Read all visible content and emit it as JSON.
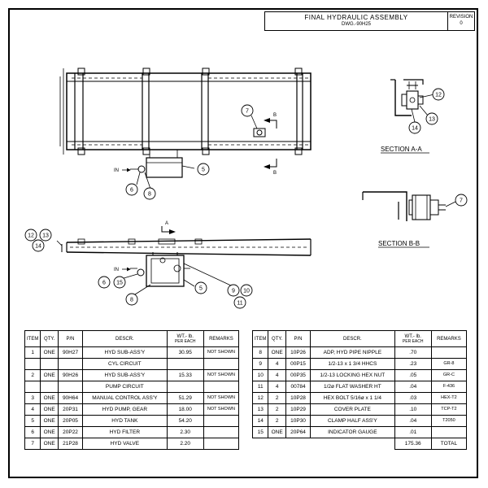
{
  "title_block": {
    "title": "FINAL HYDRAULIC ASSEMBLY",
    "drawing_no": "DWG.-90H25",
    "revision_label": "REVISION",
    "revision_value": "0"
  },
  "section_labels": {
    "a": "SECTION A-A",
    "b": "SECTION B-B"
  },
  "view_markers": {
    "in_top": "IN",
    "in_bottom": "IN",
    "arrow_a": "A",
    "arrow_b_upper": "B",
    "arrow_b_lower": "B"
  },
  "balloons": {
    "b5_top": "5",
    "b6_top": "6",
    "b7_top": "7",
    "b8_top": "8",
    "b12_side": "12",
    "b13_side": "13",
    "b14_side": "14",
    "b6_bot": "6",
    "b15_bot": "15",
    "b8_bot": "8",
    "b5_bot": "5",
    "b9_bot": "9",
    "b10_bot": "10",
    "b11_bot": "11",
    "b12_sec": "12",
    "b13_sec": "13",
    "b14_sec": "14",
    "b7_sec": "7"
  },
  "bom_headers": {
    "item": "ITEM",
    "qty": "QTY.",
    "pn": "P/N",
    "descr": "DESCR.",
    "wt": "WT.- lb.",
    "wt_sub": "PER EACH",
    "remarks": "REMARKS"
  },
  "bom_left": [
    {
      "item": "1",
      "qty": "ONE",
      "pn": "90H27",
      "descr": "HYD SUB-ASS'Y",
      "wt": "30.95",
      "remarks": "NOT SHOWN"
    },
    {
      "item": "",
      "qty": "",
      "pn": "",
      "descr": "CYL CIRCUIT",
      "wt": "",
      "remarks": ""
    },
    {
      "item": "2",
      "qty": "ONE",
      "pn": "90H26",
      "descr": "HYD SUB-ASS'Y",
      "wt": "15.33",
      "remarks": "NOT SHOWN"
    },
    {
      "item": "",
      "qty": "",
      "pn": "",
      "descr": "PUMP CIRCUIT",
      "wt": "",
      "remarks": ""
    },
    {
      "item": "3",
      "qty": "ONE",
      "pn": "90H64",
      "descr": "MANUAL CONTROL ASS'Y",
      "wt": "51.29",
      "remarks": "NOT SHOWN"
    },
    {
      "item": "4",
      "qty": "ONE",
      "pn": "20P31",
      "descr": "HYD PUMP, GEAR",
      "wt": "18.00",
      "remarks": "NOT SHOWN"
    },
    {
      "item": "5",
      "qty": "ONE",
      "pn": "20P05",
      "descr": "HYD TANK",
      "wt": "54.20",
      "remarks": ""
    },
    {
      "item": "6",
      "qty": "ONE",
      "pn": "20P22",
      "descr": "HYD FILTER",
      "wt": "2.30",
      "remarks": ""
    },
    {
      "item": "7",
      "qty": "ONE",
      "pn": "21P28",
      "descr": "HYD VALVE",
      "wt": "2.20",
      "remarks": ""
    }
  ],
  "bom_right": [
    {
      "item": "8",
      "qty": "ONE",
      "pn": "10P26",
      "descr": "ADP, HYD PIPE NIPPLE",
      "wt": ".70",
      "remarks": ""
    },
    {
      "item": "9",
      "qty": "4",
      "pn": "00P15",
      "descr": "1/2-13 x 1 3/4 HHCS",
      "wt": ".23",
      "remarks": "GR-8"
    },
    {
      "item": "10",
      "qty": "4",
      "pn": "00P35",
      "descr": "1/2-13 LOCKING HEX NUT",
      "wt": ".05",
      "remarks": "GR-C"
    },
    {
      "item": "11",
      "qty": "4",
      "pn": "00784",
      "descr": "1/2ø FLAT WASHER HT",
      "wt": ".04",
      "remarks": "F-436"
    },
    {
      "item": "12",
      "qty": "2",
      "pn": "10P28",
      "descr": "HEX BOLT 5/16ø x 1 1/4",
      "wt": ".03",
      "remarks": "HEX-T2"
    },
    {
      "item": "13",
      "qty": "2",
      "pn": "10P29",
      "descr": "COVER PLATE",
      "wt": ".10",
      "remarks": "TCP-T2"
    },
    {
      "item": "14",
      "qty": "2",
      "pn": "10P30",
      "descr": "CLAMP HALF ASS'Y",
      "wt": ".04",
      "remarks": "T2050"
    },
    {
      "item": "15",
      "qty": "ONE",
      "pn": "20P64",
      "descr": "INDICATOR GAUGE",
      "wt": ".01",
      "remarks": ""
    }
  ],
  "bom_total": {
    "value": "175.36",
    "label": "TOTAL"
  }
}
